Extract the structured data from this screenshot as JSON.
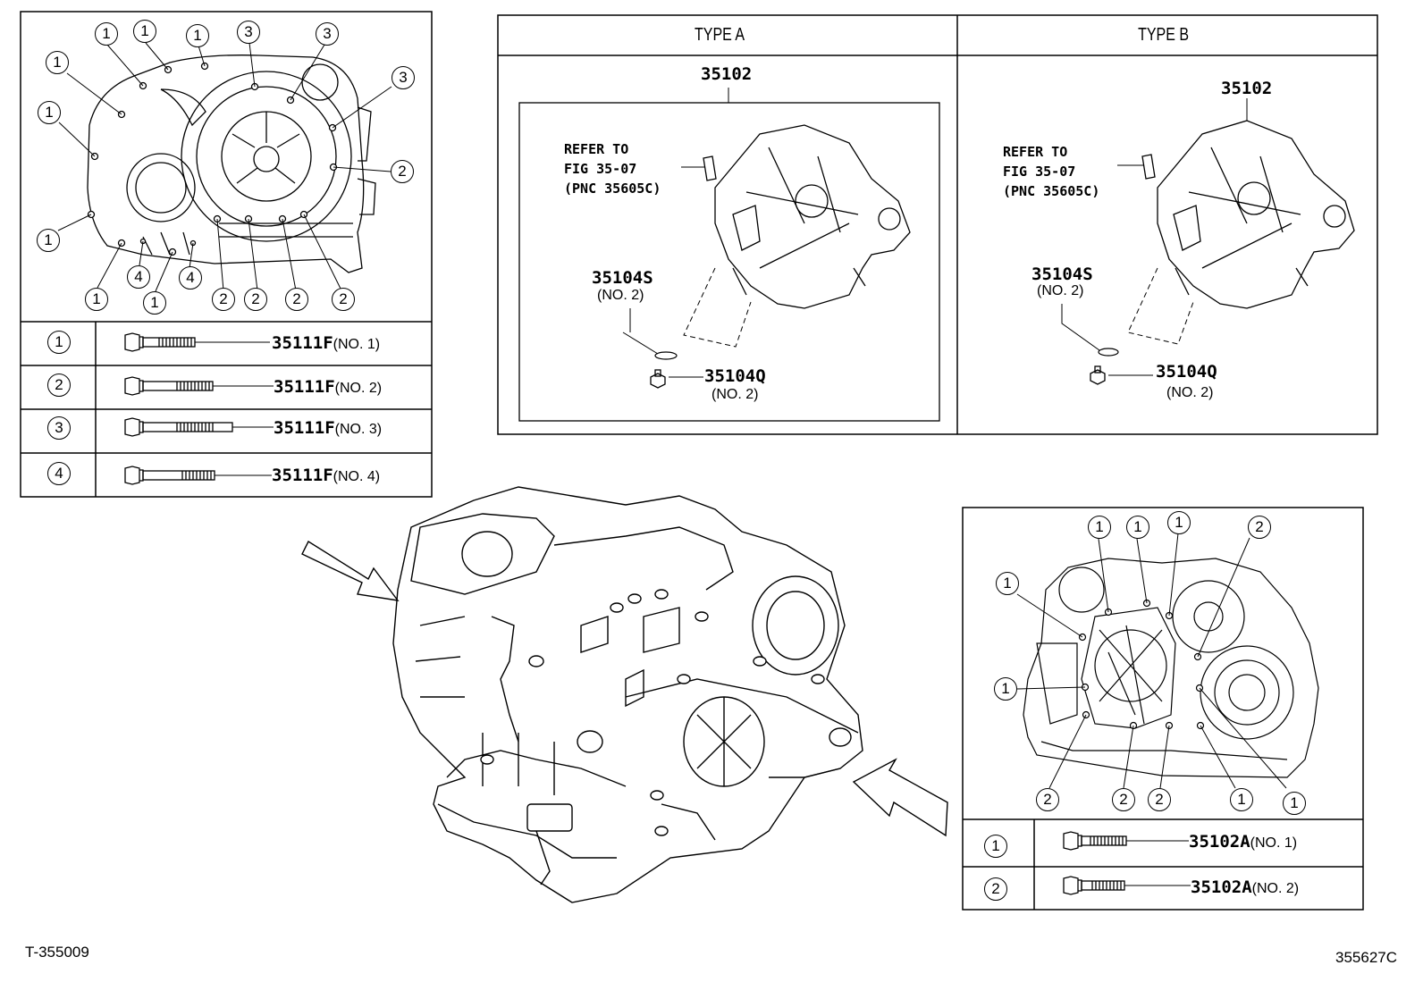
{
  "header": {
    "type_a": "TYPE A",
    "type_b": "TYPE B"
  },
  "type_a": {
    "main_part": "35102",
    "refer": [
      "REFER TO",
      "FIG 35-07",
      "(PNC 35605C)"
    ],
    "oring_part": "35104S",
    "oring_sub": "(NO. 2)",
    "plug_part": "35104Q",
    "plug_sub": "(NO. 2)"
  },
  "type_b": {
    "main_part": "35102",
    "refer": [
      "REFER TO",
      "FIG 35-07",
      "(PNC 35605C)"
    ],
    "oring_part": "35104S",
    "oring_sub": "(NO. 2)",
    "plug_part": "35104Q",
    "plug_sub": "(NO. 2)"
  },
  "left_view": {
    "callouts": [
      "1",
      "1",
      "1",
      "3",
      "3",
      "1",
      "3",
      "1",
      "2",
      "1",
      "4",
      "4",
      "1",
      "1",
      "2",
      "2",
      "2",
      "2"
    ]
  },
  "left_bolt_table": [
    {
      "key": "1",
      "part": "35111F",
      "sub": "(NO. 1)"
    },
    {
      "key": "2",
      "part": "35111F",
      "sub": "(NO. 2)"
    },
    {
      "key": "3",
      "part": "35111F",
      "sub": "(NO. 3)"
    },
    {
      "key": "4",
      "part": "35111F",
      "sub": "(NO. 4)"
    }
  ],
  "right_view": {
    "callouts": [
      "1",
      "1",
      "1",
      "2",
      "1",
      "1",
      "2",
      "2",
      "2",
      "1",
      "1"
    ]
  },
  "right_bolt_table": [
    {
      "key": "1",
      "part": "35102A",
      "sub": "(NO. 1)"
    },
    {
      "key": "2",
      "part": "35102A",
      "sub": "(NO. 2)"
    }
  ],
  "footer": {
    "left_code": "T-355009",
    "right_code": "355627C"
  }
}
